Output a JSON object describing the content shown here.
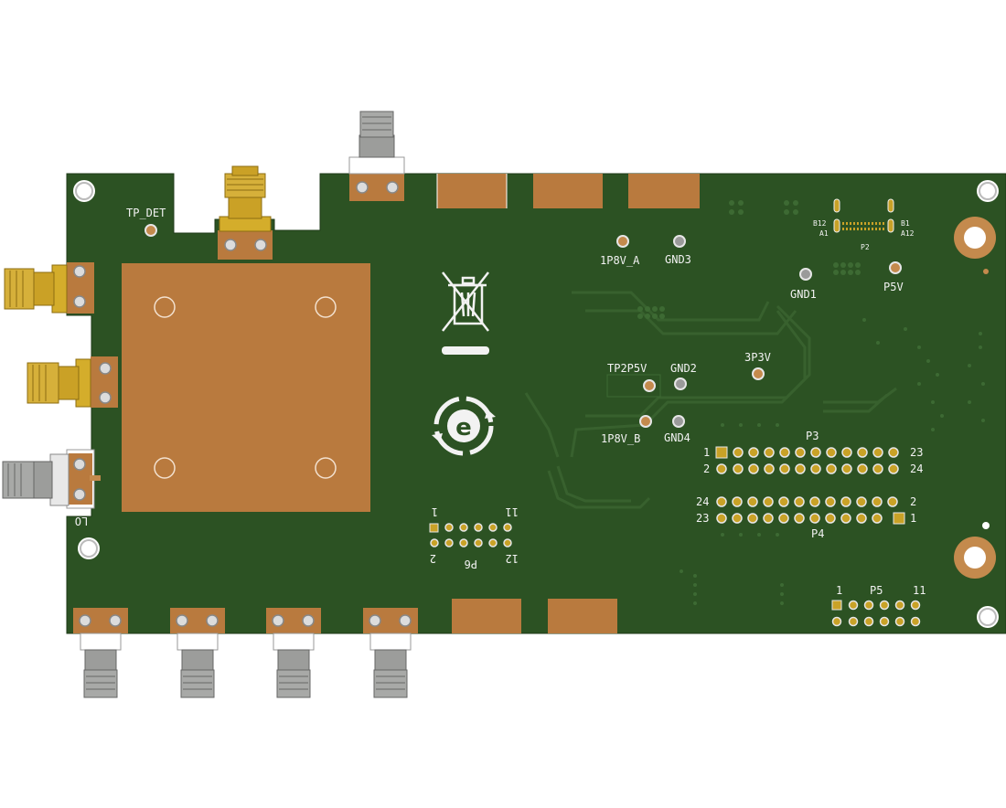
{
  "colors": {
    "pcb": "#2c5223",
    "trace": "#3a6330",
    "copper": "#b97a3e",
    "gold": "#c9a227",
    "silver": "#a9aaa8",
    "silk": "#f2f2f2"
  },
  "labels": {
    "tp_det": "TP_DET",
    "lo": "LO",
    "tp_1p8v_a": "1P8V_A",
    "gnd3": "GND3",
    "gnd1": "GND1",
    "p5v": "P5V",
    "tp2p5v": "TP2P5V",
    "gnd2": "GND2",
    "tp_3p3v": "3P3V",
    "tp_1p8v_b": "1P8V_B",
    "gnd4": "GND4",
    "p2": "P2",
    "p2_b12": "B12",
    "p2_a1": "A1",
    "p2_b1": "B1",
    "p2_a12": "A12",
    "p3": "P3",
    "p3_pin1": "1",
    "p3_pin2": "2",
    "p3_pin23": "23",
    "p3_pin24": "24",
    "p4": "P4",
    "p4_pin24": "24",
    "p4_pin23": "23",
    "p4_pin2": "2",
    "p4_pin1": "1",
    "p5": "P5",
    "p5_pin1": "1",
    "p5_pin11": "11",
    "p6": "P6",
    "p6_pin1": "1",
    "p6_pin11": "11",
    "p6_pin2": "2",
    "p6_pin12": "12"
  },
  "icons": [
    "weee-bin-icon",
    "eco-recycle-icon"
  ]
}
